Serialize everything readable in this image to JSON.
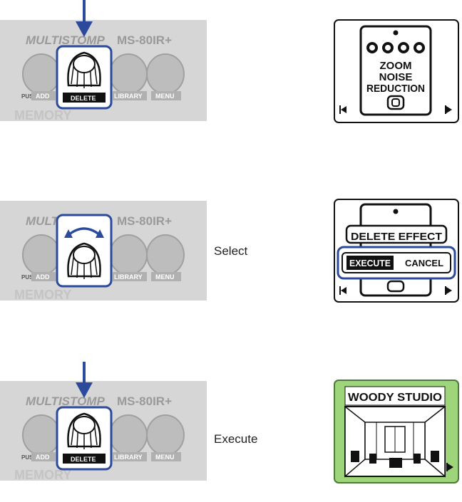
{
  "device": {
    "brand": "MULTISTOMP",
    "model": "MS-80IR+",
    "push_label": "PUSH",
    "knob_labels": [
      "ADD",
      "DELETE",
      "LIBRARY",
      "MENU"
    ],
    "footer_text": "MEMORY"
  },
  "steps": [
    {
      "label": "",
      "action": "press",
      "screen": {
        "type": "pedal",
        "lines": [
          "ZOOM",
          "NOISE",
          "REDUCTION"
        ]
      }
    },
    {
      "label": "Select",
      "action": "turn",
      "screen": {
        "type": "confirm",
        "title": "DELETE EFFECT",
        "options": [
          "EXECUTE",
          "CANCEL"
        ]
      }
    },
    {
      "label": "Execute",
      "action": "press",
      "screen": {
        "type": "patch",
        "title": "WOODY STUDIO"
      }
    }
  ],
  "colors": {
    "highlight": "#2b4a9b",
    "arrow": "#2b4a9b",
    "panel": "#d6d6d6",
    "panel_text": "#9a9a9a",
    "lcd_green": "#9fd57a",
    "lcd_border": "#4b7a3a"
  }
}
